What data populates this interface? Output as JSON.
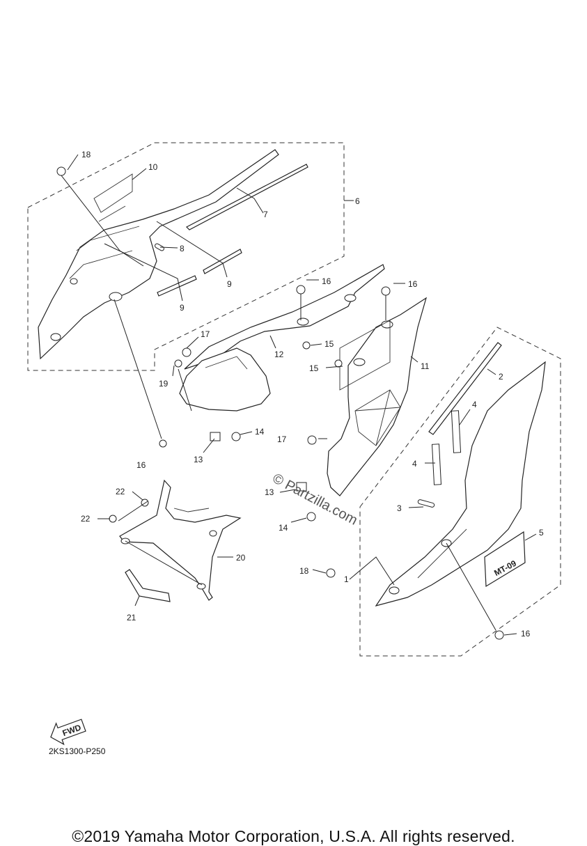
{
  "diagram": {
    "callouts": [
      {
        "id": "c-18a",
        "text": "18"
      },
      {
        "id": "c-10",
        "text": "10"
      },
      {
        "id": "c-6",
        "text": "6"
      },
      {
        "id": "c-7",
        "text": "7"
      },
      {
        "id": "c-8",
        "text": "8"
      },
      {
        "id": "c-9a",
        "text": "9"
      },
      {
        "id": "c-9b",
        "text": "9"
      },
      {
        "id": "c-16a",
        "text": "16"
      },
      {
        "id": "c-16b",
        "text": "16"
      },
      {
        "id": "c-17a",
        "text": "17"
      },
      {
        "id": "c-15a",
        "text": "15"
      },
      {
        "id": "c-15b",
        "text": "15"
      },
      {
        "id": "c-12",
        "text": "12"
      },
      {
        "id": "c-11",
        "text": "11"
      },
      {
        "id": "c-19",
        "text": "19"
      },
      {
        "id": "c-2",
        "text": "2"
      },
      {
        "id": "c-4a",
        "text": "4"
      },
      {
        "id": "c-4b",
        "text": "4"
      },
      {
        "id": "c-14a",
        "text": "14"
      },
      {
        "id": "c-13a",
        "text": "13"
      },
      {
        "id": "c-16c",
        "text": "16"
      },
      {
        "id": "c-17b",
        "text": "17"
      },
      {
        "id": "c-22a",
        "text": "22"
      },
      {
        "id": "c-22b",
        "text": "22"
      },
      {
        "id": "c-13b",
        "text": "13"
      },
      {
        "id": "c-3",
        "text": "3"
      },
      {
        "id": "c-5",
        "text": "5"
      },
      {
        "id": "c-14b",
        "text": "14"
      },
      {
        "id": "c-20",
        "text": "20"
      },
      {
        "id": "c-18b",
        "text": "18"
      },
      {
        "id": "c-1",
        "text": "1"
      },
      {
        "id": "c-21",
        "text": "21"
      },
      {
        "id": "c-16d",
        "text": "16"
      }
    ],
    "fwd_text": "FWD",
    "emblem_text": "MT-09",
    "code": "2KS1300-P250"
  },
  "watermark": "© Partzilla.com",
  "copyright": "©2019 Yamaha Motor Corporation, U.S.A. All rights reserved."
}
